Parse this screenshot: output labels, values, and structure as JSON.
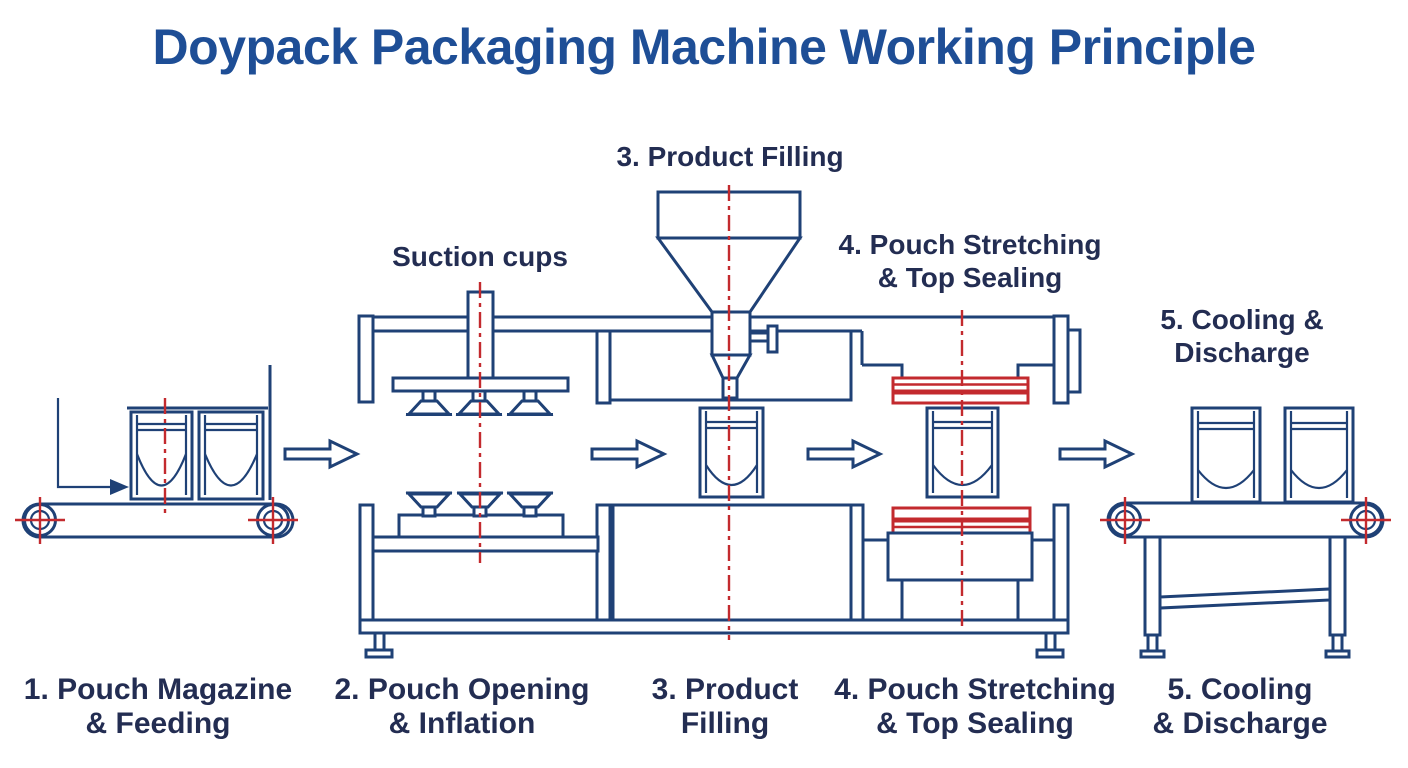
{
  "title": "Doypack Packaging Machine Working Principle",
  "colors": {
    "title": "#1e4e96",
    "line": "#1f4176",
    "label": "#232d52",
    "red": "#c32a2e",
    "background": "#ffffff"
  },
  "annotations": {
    "suction_cups": "Suction cups",
    "product_filling": "3. Product Filling",
    "pouch_stretching_line1": "4. Pouch Stretching",
    "pouch_stretching_line2": "& Top Sealing",
    "cooling_line1": "5. Cooling &",
    "cooling_line2": "Discharge"
  },
  "steps": [
    {
      "line1": "1. Pouch Magazine",
      "line2": "& Feeding"
    },
    {
      "line1": "2. Pouch Opening",
      "line2": "& Inflation"
    },
    {
      "line1": "3. Product",
      "line2": "Filling"
    },
    {
      "line1": "4. Pouch Stretching",
      "line2": "& Top Sealing"
    },
    {
      "line1": "5. Cooling",
      "line2": "& Discharge"
    }
  ]
}
